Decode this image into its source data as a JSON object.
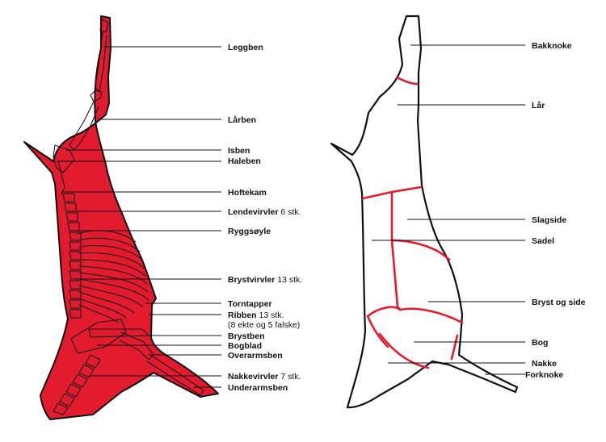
{
  "colors": {
    "carcass_fill": "#e31b2e",
    "cut_line": "#e31b2e",
    "ink": "#111111",
    "background": "#ffffff"
  },
  "left_labels": [
    {
      "id": "leggben",
      "bold": "Leggben",
      "normal": ""
    },
    {
      "id": "larben",
      "bold": "Lårben",
      "normal": ""
    },
    {
      "id": "isben",
      "bold": "Isben",
      "normal": ""
    },
    {
      "id": "haleben",
      "bold": "Haleben",
      "normal": ""
    },
    {
      "id": "hoftekam",
      "bold": "Hoftekam",
      "normal": ""
    },
    {
      "id": "lendevirvler",
      "bold": "Lendevirvler",
      "normal": " 6 stk."
    },
    {
      "id": "ryggsoyle",
      "bold": "Ryggsøyle",
      "normal": ""
    },
    {
      "id": "brystvirvler",
      "bold": "Brystvirvler",
      "normal": " 13 stk."
    },
    {
      "id": "torntapper",
      "bold": "Torntapper",
      "normal": ""
    },
    {
      "id": "ribben",
      "bold": "Ribben",
      "normal": " 13 stk."
    },
    {
      "id": "ribben-note",
      "bold": "",
      "normal": "(8 ekte og 5 falske)"
    },
    {
      "id": "brystben",
      "bold": "Brystben",
      "normal": ""
    },
    {
      "id": "bogblad",
      "bold": "Bogblad",
      "normal": ""
    },
    {
      "id": "overarmsben",
      "bold": "Overarmsben",
      "normal": ""
    },
    {
      "id": "nakkevirvler",
      "bold": "Nakkevirvler",
      "normal": " 7 stk."
    },
    {
      "id": "underarmsben",
      "bold": "Underarmsben",
      "normal": ""
    }
  ],
  "right_labels": [
    {
      "id": "bakknoke",
      "bold": "Bakknoke",
      "normal": ""
    },
    {
      "id": "lar",
      "bold": "Lår",
      "normal": ""
    },
    {
      "id": "slagside",
      "bold": "Slagside",
      "normal": ""
    },
    {
      "id": "sadel",
      "bold": "Sadel",
      "normal": ""
    },
    {
      "id": "bryst-og-side",
      "bold": "Bryst og side",
      "normal": ""
    },
    {
      "id": "bog",
      "bold": "Bog",
      "normal": ""
    },
    {
      "id": "nakke",
      "bold": "Nakke",
      "normal": ""
    },
    {
      "id": "forknoke",
      "bold": "Forknoke",
      "normal": ""
    }
  ]
}
